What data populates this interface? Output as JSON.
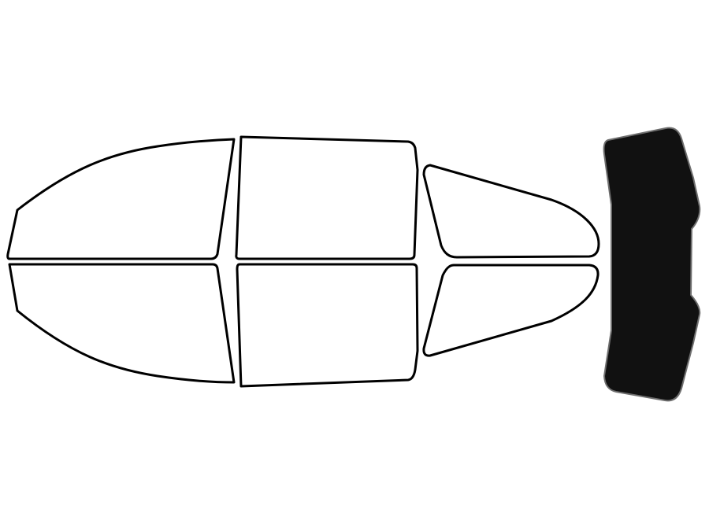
{
  "colors": {
    "background": "#ffffff",
    "outline": "#000000",
    "clear_glass": "#ffffff",
    "tinted_glass": "#111111",
    "tinted_edge": "#6e6e6e"
  },
  "windows": {
    "front_upper": {
      "tint": "clear"
    },
    "middle_upper": {
      "tint": "clear"
    },
    "rear_upper": {
      "tint": "clear"
    },
    "front_lower": {
      "tint": "clear"
    },
    "middle_lower": {
      "tint": "clear"
    },
    "rear_lower": {
      "tint": "clear"
    },
    "back_windshield": {
      "tint": "tinted"
    }
  }
}
